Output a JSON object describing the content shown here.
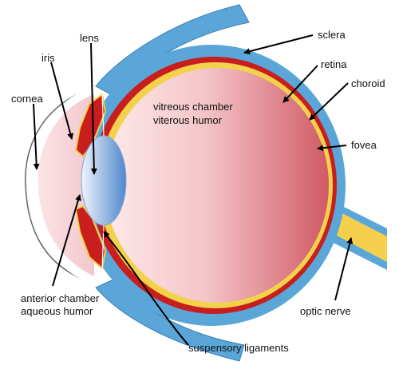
{
  "diagram": {
    "labels": {
      "sclera": "sclera",
      "retina": "retina",
      "choroid": "choroid",
      "fovea": "fovea",
      "lens": "lens",
      "iris": "iris",
      "cornea": "cornea",
      "vitreous_chamber": "vitreous chamber",
      "vitreous_humor": "viterous humor",
      "anterior_chamber": "anterior chamber",
      "aqueous_humor": "aqueous humor",
      "optic_nerve": "optic nerve",
      "suspensory_ligaments": "suspensory ligaments"
    },
    "colors": {
      "sclera": "#5aa6d8",
      "choroid": "#c81e1e",
      "retina": "#f3d24b",
      "vitreous_light": "#fbe3e3",
      "vitreous_dark": "#d4646c",
      "lens_light": "#e8f0fa",
      "lens_dark": "#5a8fd0",
      "optic_nerve": "#f6d04d"
    }
  }
}
